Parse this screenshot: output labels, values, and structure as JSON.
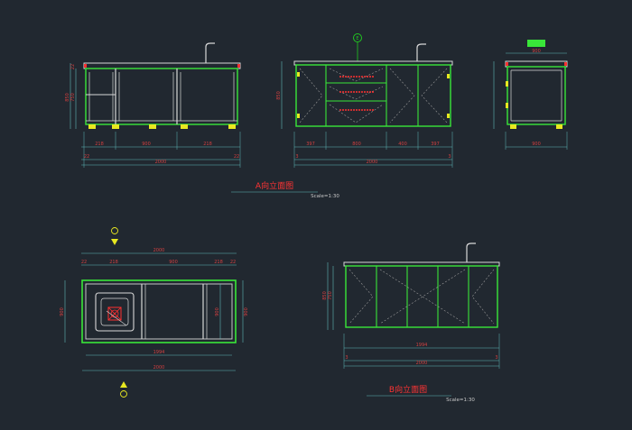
{
  "colors": {
    "background": "#212830",
    "cabinet": "#39e639",
    "frame": "#d8d8d8",
    "dimension": "#5fb8b8",
    "dim_text": "#d04040",
    "title": "#ff3333",
    "accent_yellow": "#e8e820",
    "marker_green": "#20c820"
  },
  "views": {
    "a_title": "A向立面图",
    "a_scale": "Scale=1:30",
    "b_title": "B向立面图",
    "b_scale": "Scale=1:30"
  },
  "marker": {
    "label": "E"
  },
  "side_tag": "",
  "dims": {
    "a_left": {
      "d1": "218",
      "d2": "900",
      "d3": "218",
      "d4": "22",
      "total": "2000",
      "d5": "22",
      "h1": "850",
      "h2": "750",
      "h3": "22"
    },
    "a_mid": {
      "d1": "397",
      "d2": "800",
      "d3": "400",
      "d4": "397",
      "total": "2000",
      "e1": "3",
      "e2": "3",
      "h1": "850"
    },
    "a_right": {
      "top": "900",
      "bottom": "900"
    },
    "plan": {
      "total_top": "2000",
      "d1": "218",
      "d2": "900",
      "d3": "218",
      "d4": "22",
      "d5": "22",
      "depth": "900",
      "inner": "900",
      "bot1": "1994",
      "bot2": "2000"
    },
    "b": {
      "d1": "1994",
      "total": "2000",
      "e1": "3",
      "e2": "3",
      "h1": "850",
      "h2": "750"
    }
  }
}
